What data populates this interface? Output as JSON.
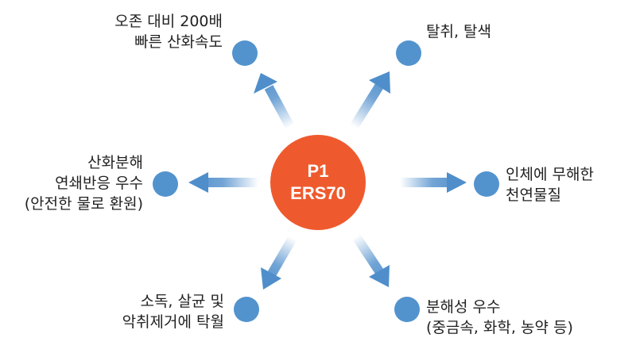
{
  "colors": {
    "center": "#EE5A2E",
    "node": "#5293CE",
    "arrow": "#4F8ECB"
  },
  "center": {
    "line1": "P1",
    "line2": "ERS70"
  },
  "nodes": [
    {
      "id": "top-left",
      "lines": [
        "오존 대비 200배",
        "빠른 산화속도"
      ]
    },
    {
      "id": "top-right",
      "lines": [
        "탈취, 탈색"
      ]
    },
    {
      "id": "left",
      "lines": [
        "산화분해",
        "연쇄반응 우수",
        "(안전한 물로 환원)"
      ]
    },
    {
      "id": "right",
      "lines": [
        "인체에 무해한",
        "천연물질"
      ]
    },
    {
      "id": "bottom-left",
      "lines": [
        "소독, 살균 및",
        "악취제거에 탁월"
      ]
    },
    {
      "id": "bottom-right",
      "lines": [
        "분해성 우수",
        "(중금속, 화학, 농약 등)"
      ]
    }
  ]
}
